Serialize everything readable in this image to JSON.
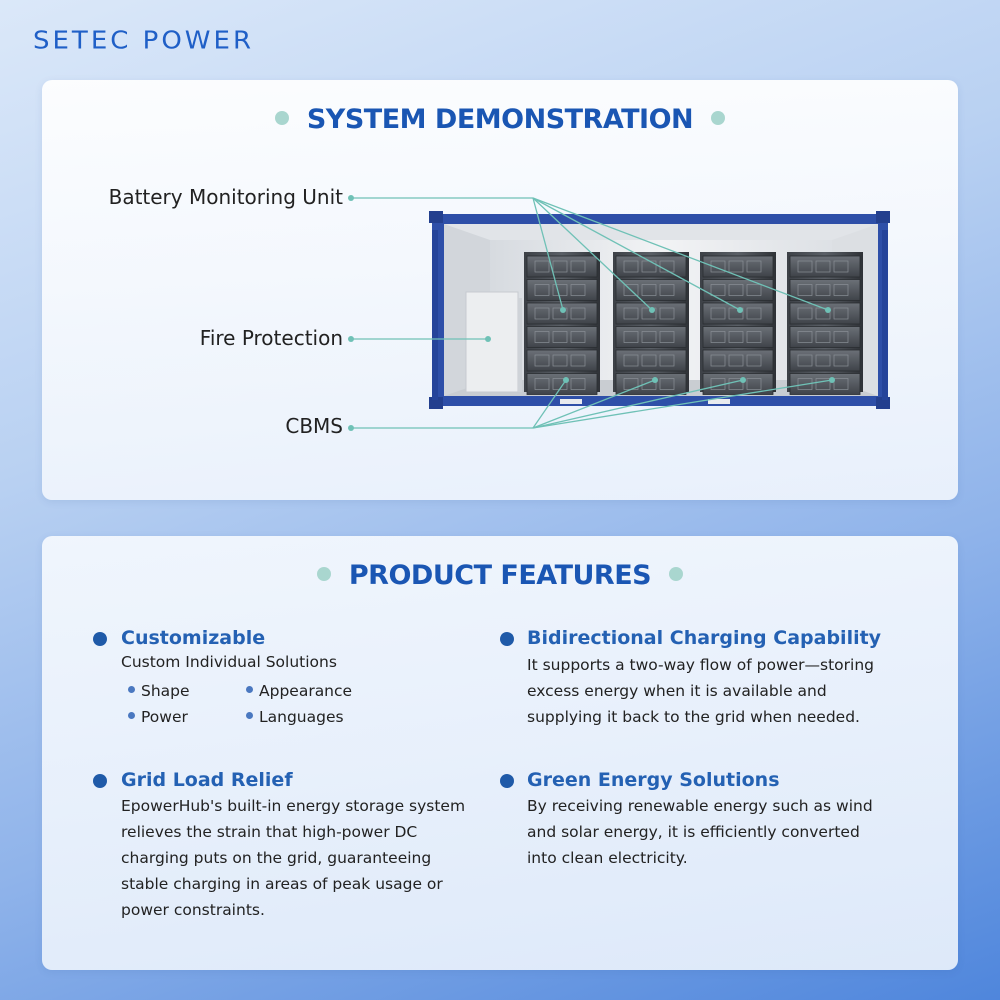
{
  "brand": "SETEC POWER",
  "demo": {
    "title": "SYSTEM DEMONSTRATION",
    "labels": {
      "bmu": "Battery Monitoring Unit",
      "fire": "Fire Protection",
      "cbms": "CBMS"
    }
  },
  "features": {
    "title": "PRODUCT FEATURES",
    "customizable": {
      "title": "Customizable",
      "subtitle": "Custom Individual Solutions",
      "items": [
        "Shape",
        "Appearance",
        "Power",
        "Languages"
      ]
    },
    "bidirectional": {
      "title": "Bidirectional Charging Capability",
      "text": "It supports a two-way flow of power—storing excess energy when it is available and supplying it back to the grid when needed."
    },
    "grid": {
      "title": "Grid Load Relief",
      "text": "EpowerHub's built-in energy storage system relieves the strain that high-power DC charging puts on the grid, guaranteeing stable charging in areas of peak usage or power constraints."
    },
    "green": {
      "title": "Green Energy Solutions",
      "text": "By receiving renewable energy such as wind and solar energy, it is efficiently converted into clean electricity."
    }
  },
  "colors": {
    "brand": "#1f5fc7",
    "title": "#1a56b3",
    "accent_dot": "#a9d6cf",
    "container": "#2e4fa8",
    "leader": "#6fc1b6"
  }
}
